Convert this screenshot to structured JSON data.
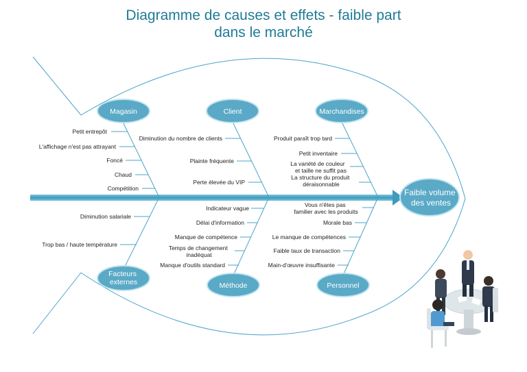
{
  "title": {
    "line1": "Diagramme de causes et effets - faible part",
    "line2": "dans le marché"
  },
  "effect": [
    "Faible volume",
    "des ventes"
  ],
  "categories": {
    "magasin": [
      "Magasin"
    ],
    "client": [
      "Client"
    ],
    "marchandises": [
      "Marchandises"
    ],
    "facteurs": [
      "Facteurs",
      "externes"
    ],
    "methode": [
      "Méthode"
    ],
    "personnel": [
      "Personnel"
    ]
  },
  "causes": {
    "magasin": [
      [
        "Petit entrepôt"
      ],
      [
        "L'affichage n'est pas attrayant"
      ],
      [
        "Foncé"
      ],
      [
        "Chaud"
      ],
      [
        "Compétition"
      ]
    ],
    "client": [
      [
        "Diminution du nombre de clients"
      ],
      [
        "Plainte fréquente"
      ],
      [
        "Perte élevée du VIP"
      ]
    ],
    "marchandises": [
      [
        "Produit paraît trop tard"
      ],
      [
        "Petit inventaire"
      ],
      [
        "La variété de couleur",
        "et taille ne suffit pas"
      ],
      [
        "La structure du produit",
        "déraisonnable"
      ]
    ],
    "facteurs": [
      [
        "Diminution salariale"
      ],
      [
        "Trop bas / haute température"
      ]
    ],
    "methode": [
      [
        "Indicateur vague"
      ],
      [
        "Délai d'information"
      ],
      [
        "Manque de compétence"
      ],
      [
        "Temps de changement",
        "inadéquat"
      ],
      [
        "Manque d'outils standard"
      ]
    ],
    "personnel": [
      [
        "Vous n'êtes pas",
        "familier avec les produits"
      ],
      [
        "Morale bas"
      ],
      [
        "Le manque de compétences"
      ],
      [
        "Faible taux de transaction"
      ],
      [
        "Main-d'œuvre insuffisante"
      ]
    ]
  },
  "colors": {
    "title": "#1f7a96",
    "line": "#4aa3c8",
    "ellipse_fill": "#5aa9c6",
    "ellipse_stroke": "#bfe3f0",
    "arrow": "#4aa6c6",
    "text": "#222222"
  }
}
